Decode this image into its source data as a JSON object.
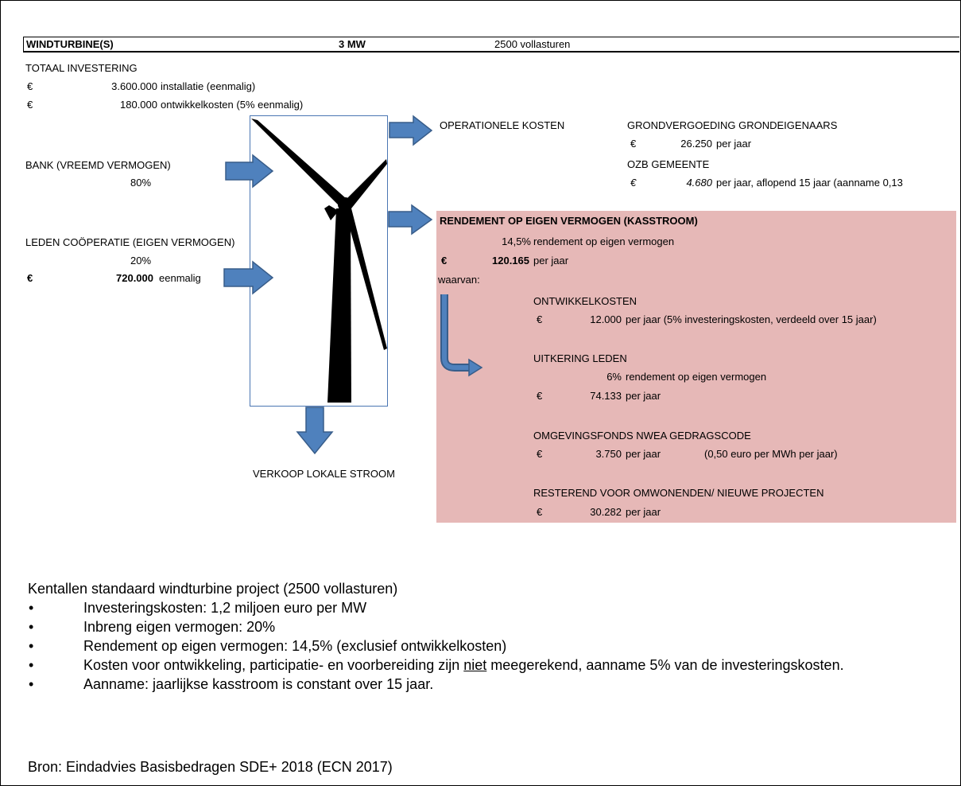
{
  "header": {
    "col1": "WINDTURBINE(S)",
    "col2": "3 MW",
    "col3": "2500 vollasturen"
  },
  "investment": {
    "title": "TOTAAL INVESTERING",
    "rows": [
      {
        "currency": "€",
        "amount": "3.600.000",
        "label": "installatie (eenmalig)"
      },
      {
        "currency": "€",
        "amount": "180.000",
        "label": "ontwikkelkosten (5% eenmalig)"
      }
    ]
  },
  "bank": {
    "title": "BANK (VREEMD VERMOGEN)",
    "pct": "80%"
  },
  "members": {
    "title": "LEDEN COÖPERATIE (EIGEN VERMOGEN)",
    "pct": "20%",
    "currency": "€",
    "amount": "720.000",
    "note": "eenmalig"
  },
  "operational": {
    "title": "OPERATIONELE KOSTEN",
    "land_title": "GRONDVERGOEDING GRONDEIGENAARS",
    "land_currency": "€",
    "land_amount": "26.250",
    "land_note": "per jaar",
    "ozb_title": "OZB GEMEENTE",
    "ozb_currency": "€",
    "ozb_amount": "4.680",
    "ozb_note": "per jaar, aflopend 15 jaar (aanname 0,13"
  },
  "return": {
    "title": "RENDEMENT OP EIGEN VERMOGEN  (KASSTROOM)",
    "pct": "14,5%",
    "pct_note": "rendement op eigen vermogen",
    "currency": "€",
    "amount": "120.165",
    "amount_note": "per jaar",
    "of_which": "waarvan:",
    "dev_title": "ONTWIKKELKOSTEN",
    "dev_currency": "€",
    "dev_amount": "12.000",
    "dev_note": "per jaar  (5% investeringskosten, verdeeld over 15 jaar)",
    "payout_title": "UITKERING LEDEN",
    "payout_pct": "6%",
    "payout_pct_note": "rendement op eigen vermogen",
    "payout_currency": "€",
    "payout_amount": "74.133",
    "payout_note": "per jaar",
    "fund_title": "OMGEVINGSFONDS NWEA GEDRAGSCODE",
    "fund_currency": "€",
    "fund_amount": "3.750",
    "fund_note": "per jaar",
    "fund_note2": "(0,50 euro per MWh per jaar)",
    "rest_title": "RESTEREND VOOR OMWONENDEN/ NIEUWE PROJECTEN",
    "rest_currency": "€",
    "rest_amount": "30.282",
    "rest_note": "per jaar"
  },
  "sale": {
    "label": "VERKOOP LOKALE STROOM"
  },
  "notes": {
    "heading": "Kentallen standaard windturbine project (2500 vollasturen)",
    "bullet": "•",
    "items": [
      "Investeringskosten: 1,2 miljoen euro per MW",
      "Inbreng eigen vermogen: 20%",
      "Rendement op eigen vermogen: 14,5% (exclusief ontwikkelkosten)"
    ],
    "item4_pre": "Kosten voor ontwikkeling, participatie- en voorbereiding zijn ",
    "item4_underlined": "niet",
    "item4_post": " meegerekend, aanname 5% van de investeringskosten.",
    "item5": "Aanname: jaarlijkse kasstroom is constant over 15 jaar.",
    "source": "Bron: Eindadvies Basisbedragen SDE+ 2018 (ECN 2017)"
  },
  "colors": {
    "arrow": "#4f81bd",
    "arrow_border": "#385d8a",
    "pink": "#e6b8b7",
    "box": "#4a76b3"
  }
}
